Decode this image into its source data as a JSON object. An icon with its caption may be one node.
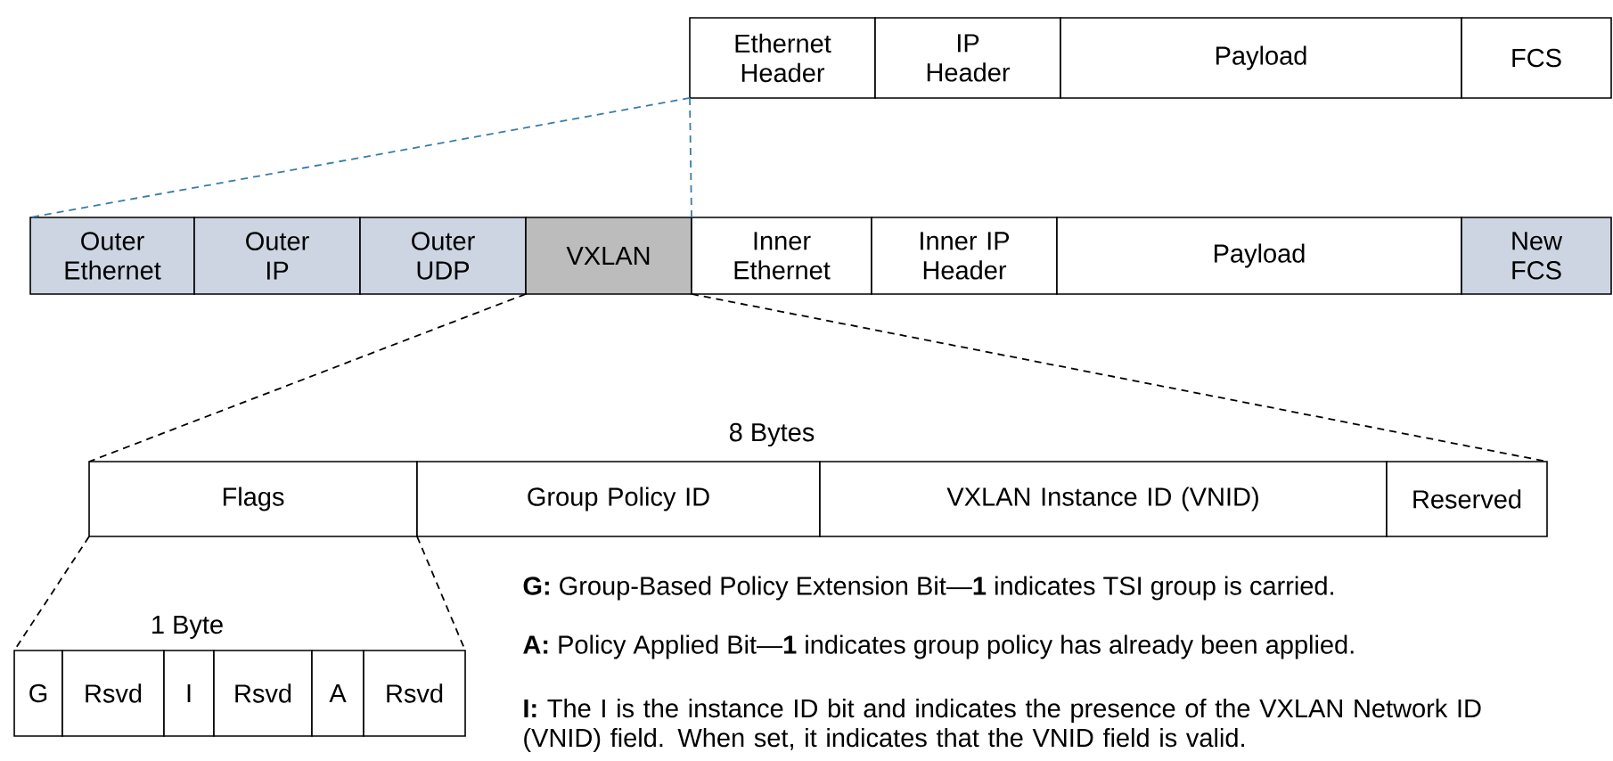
{
  "diagram": {
    "nodes": [
      {
        "text": [
          "Ethernet Header"
        ]
      },
      {
        "text": [
          "IP Header"
        ]
      },
      {
        "text": [
          "Payload"
        ]
      },
      {
        "text": [
          "FCS"
        ]
      },
      {
        "text": [
          "Outer Ethernet"
        ]
      },
      {
        "text": [
          "Outer IP"
        ]
      },
      {
        "text": [
          "Outer UDP"
        ]
      },
      {
        "text": [
          "VXLAN"
        ]
      },
      {
        "text": [
          "Inner Ethernet"
        ]
      },
      {
        "text": [
          "Inner IP Header"
        ]
      },
      {
        "text": [
          "Payload"
        ]
      },
      {
        "text": [
          "New FCS"
        ]
      },
      {
        "text": [
          "Flags"
        ]
      },
      {
        "text": [
          "Group Policy ID"
        ]
      },
      {
        "text": [
          "VXLAN Instance ID (VNID)"
        ]
      },
      {
        "text": [
          "Reserved"
        ]
      },
      {
        "text": [
          "G"
        ]
      },
      {
        "text": [
          "Rsvd"
        ]
      },
      {
        "text": [
          "I"
        ]
      },
      {
        "text": [
          "Rsvd"
        ]
      },
      {
        "text": [
          "A"
        ]
      },
      {
        "text": [
          "Rsvd"
        ]
      }
    ],
    "edges": [
      {
        "from": 0,
        "to": 4,
        "arrow": "none",
        "style": "dashed",
        "color": "#3a7ca5"
      },
      {
        "from": 0,
        "to": 8,
        "arrow": "none",
        "style": "dashed",
        "color": "#3a7ca5"
      },
      {
        "from": 7,
        "to": 12,
        "arrow": "none",
        "style": "dashed"
      },
      {
        "from": 7,
        "to": 15,
        "arrow": "none",
        "style": "dashed"
      },
      {
        "from": 12,
        "to": 16,
        "arrow": "none",
        "style": "dashed"
      },
      {
        "from": 12,
        "to": 21,
        "arrow": "none",
        "style": "dashed"
      }
    ],
    "labels": [
      "8 Bytes",
      "1 Byte",
      "**G:** Group-Based Policy Extension Bit—**1** indicates TSI group is carried.",
      "**A:** Policy Applied Bit—**1** indicates group policy has already been applied.",
      "**I:** The I is the instance ID bit and indicates the presence of the VXLAN Network ID (VNID) field.  When set, it indicates that the VNID field is valid."
    ]
  }
}
